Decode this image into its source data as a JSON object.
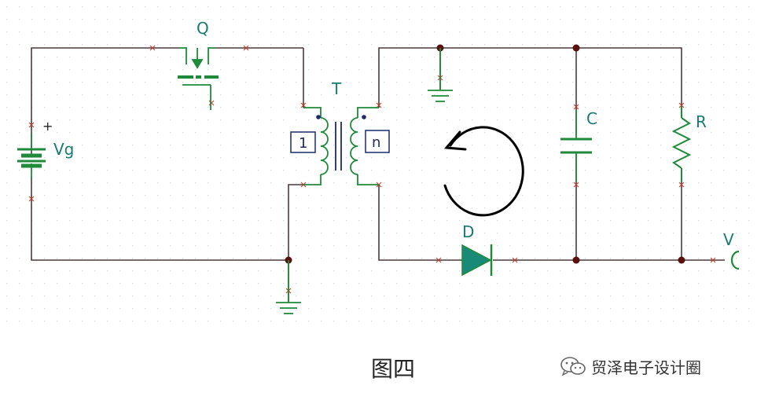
{
  "labels": {
    "vg": "Vg",
    "vg_plus": "+",
    "q": "Q",
    "t": "T",
    "primary_turns": "1",
    "secondary_turns": "n",
    "c": "C",
    "r": "R",
    "d": "D",
    "v": "V"
  },
  "caption": "图四",
  "watermark": "贸泽电子设计圈",
  "colors": {
    "wire": "#4a3a3a",
    "component": "#1f8a3a",
    "label": "#1a7a74",
    "node": "#5a1010",
    "marker": "#c0392b",
    "box": "#1c2a6a",
    "grid": "#d8d8d8",
    "arrow": "#000000"
  }
}
